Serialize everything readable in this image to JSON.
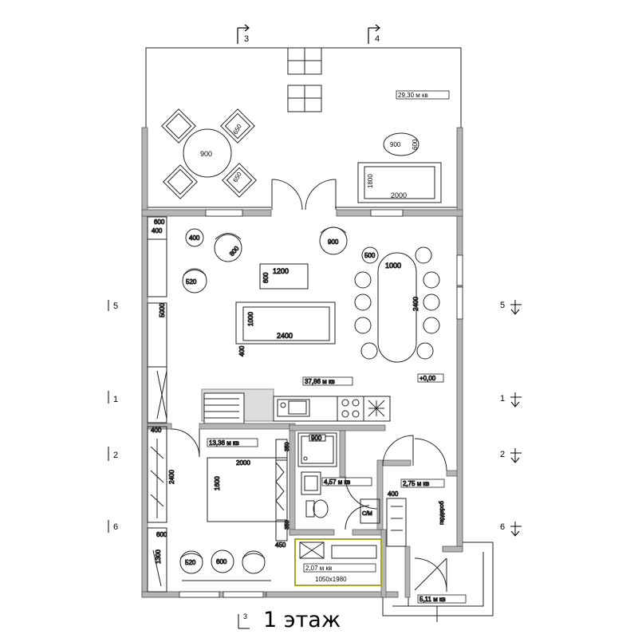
{
  "caption": "1 этаж",
  "section_marks": {
    "top_left": "3",
    "top_right": "4",
    "bottom": "3",
    "left": [
      "5",
      "1",
      "2",
      "6"
    ],
    "right": [
      "5",
      "1",
      "2",
      "6"
    ]
  },
  "areas": {
    "terrace": "29,30 м кв",
    "living": "37,86 м кв",
    "bedroom": "13,36 м кв",
    "bathroom": "4,57 м кв",
    "hall": "2,75 м кв",
    "sauna": "2,07 м кв",
    "vestibule": "5,11 м кв"
  },
  "level_mark": "+0,00",
  "labels": {
    "boiler": "С/М",
    "wardrobe": "гардероб"
  },
  "dims": {
    "table_900": "900",
    "chair_650a": "650",
    "chair_650b": "650",
    "oval_900": "900",
    "oval_600": "600",
    "lounger_1800": "1800",
    "lounger_2000": "2000",
    "d_600_top": "600",
    "d_400_top": "400",
    "stool_400": "400",
    "armchair_800": "800",
    "armchair_520": "520",
    "round_900": "900",
    "table_1200": "1200",
    "table_600": "600",
    "sofa_1000": "1000",
    "sofa_2400": "2400",
    "sofa_400": "400",
    "stool_500": "500",
    "dining_1000": "1000",
    "dining_2400": "2400",
    "wall_5000": "5000",
    "shower_900": "900",
    "bed_2000": "2000",
    "bed_1600": "1600",
    "wardrobe_400": "400",
    "wardrobe_2400": "2400",
    "night_350a": "350",
    "night_350b": "350",
    "bed_450": "450",
    "d_600_low": "600",
    "d_1300": "1300",
    "low_520": "520",
    "low_600": "600",
    "hall_400": "400",
    "sauna_size": "1050x1980"
  }
}
